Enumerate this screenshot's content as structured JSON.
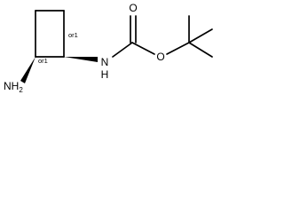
{
  "molecule": {
    "atoms": {
      "amine_n": "NH",
      "amine_h_count": "2",
      "carbamate_n": "N",
      "carbamate_n_h": "H",
      "carbonyl_o": "O",
      "ester_o": "O"
    },
    "stereo_labels": {
      "c1": "or1",
      "c2": "or1"
    }
  }
}
